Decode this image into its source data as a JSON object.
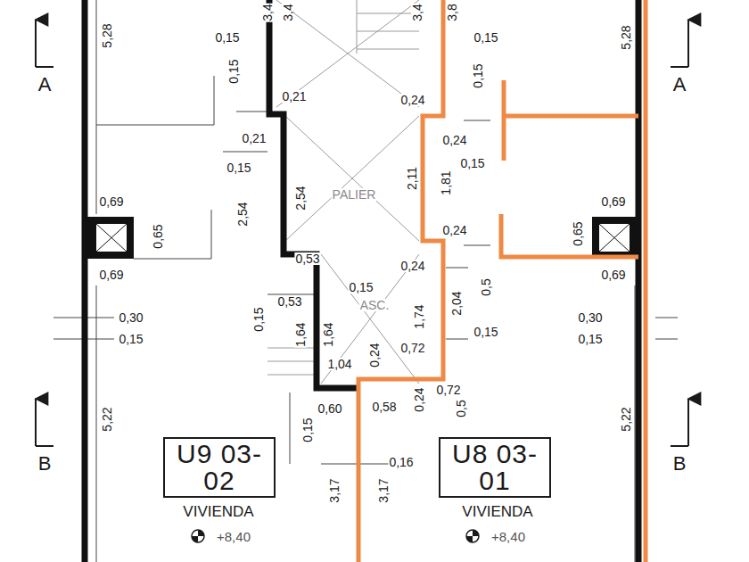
{
  "diagram": {
    "nodes": [
      {
        "text": [
          "U9 03-02"
        ]
      },
      {
        "text": [
          "U8 03-01"
        ]
      }
    ],
    "labels": [
      "3,4",
      "3,4",
      "3,4",
      "3,8",
      "5,28",
      "A",
      "0,15",
      "0,15",
      "0,15",
      "0,15",
      "5,28",
      "A",
      "0,21",
      "0,24",
      "0,21",
      "0,24",
      "0,15",
      "0,15",
      "2,11",
      "1,81",
      "PALIER",
      "2,54",
      "2,54",
      "0,69",
      "0,65",
      "0,69",
      "0,69",
      "0,65",
      "0,69",
      "0,24",
      "0,53",
      "0,24",
      "0,15",
      "ASC.",
      "0,53",
      "0,15",
      "1,64",
      "1,64",
      "1,74",
      "2,04",
      "0,5",
      "0,15",
      "0,30",
      "0,15",
      "0,30",
      "0,15",
      "1,04",
      "0,24",
      "0,72",
      "0,60",
      "0,58",
      "0,24",
      "0,72",
      "0,5",
      "0,15",
      "5,22",
      "5,22",
      "B",
      "B",
      "0,16",
      "3,17",
      "3,17",
      "VIVIENDA",
      "+8,40",
      "VIVIENDA",
      "+8,40"
    ]
  }
}
